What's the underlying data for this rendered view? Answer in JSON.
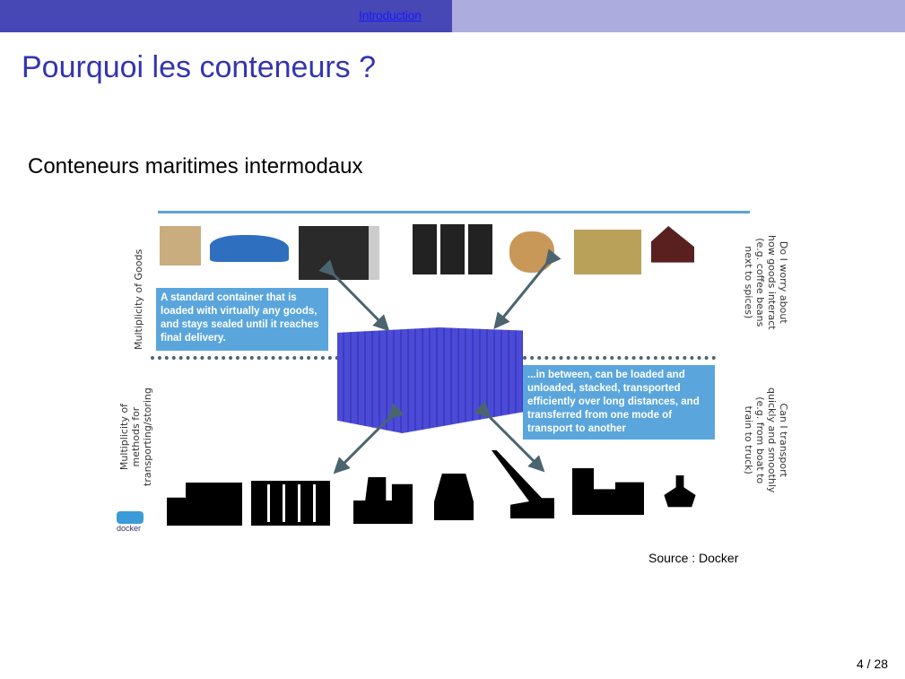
{
  "header": {
    "section_link": "Introduction"
  },
  "slide": {
    "title": "Pourquoi les conteneurs ?",
    "subtitle": "Conteneurs maritimes intermodaux",
    "source": "Source : Docker",
    "page_number": "4 / 28"
  },
  "diagram": {
    "left_label_top": "Multiplicity of Goods",
    "left_label_bottom": "Multiplicity of\nmethods for\ntransporting/storing",
    "right_label_top": "Do I worry about\nhow goods interact\n(e.g. coffee beans\nnext to spices)",
    "right_label_bottom": "Can I transport\nquickly and smoothly\n(e.g. from boat to\ntrain to truck)",
    "box_left": "A standard container that is loaded with virtually any goods, and stays sealed until it reaches final delivery.",
    "box_right": "...in between, can be loaded and unloaded, stacked, transported efficiently over long distances, and transferred from one mode of transport to another",
    "logo_text": "docker",
    "colors": {
      "box": "#5aa6dc",
      "container": "#4b4bd8",
      "arrow": "#4b6470"
    }
  }
}
